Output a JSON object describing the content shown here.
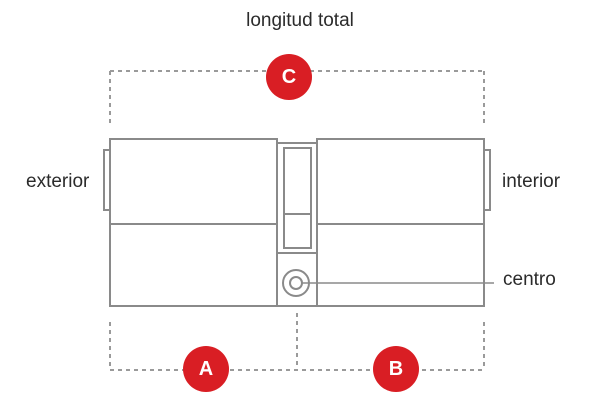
{
  "labels": {
    "total_length": "longitud total",
    "exterior": "exterior",
    "interior": "interior",
    "center": "centro"
  },
  "badges": {
    "total": "C",
    "exterior_length": "A",
    "interior_length": "B"
  },
  "colors": {
    "badge": "#d91e24",
    "outline": "#8a8a8a",
    "dashed": "#9a9a9a",
    "text": "#2b2b2b"
  }
}
